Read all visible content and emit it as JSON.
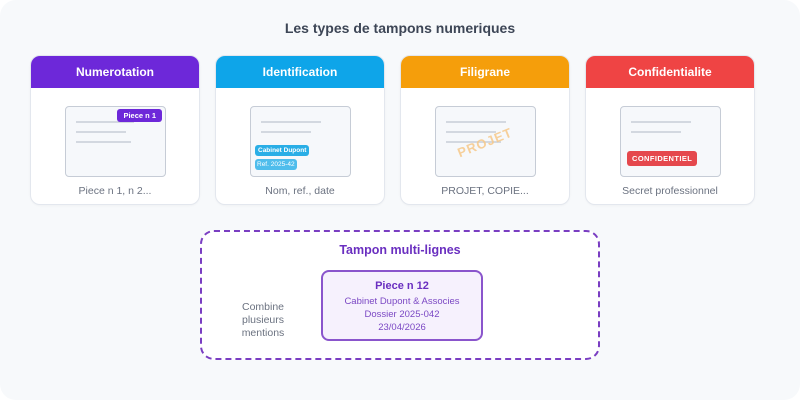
{
  "title": "Les types de tampons numeriques",
  "colors": {
    "background": "#f7f9fb",
    "numerotation": "#6d28d9",
    "identification": "#0ea5e9",
    "filigrane": "#f59e0b",
    "confidentialite": "#ef4444",
    "multi": "#7a3ec2"
  },
  "cards": [
    {
      "title": "Numerotation",
      "color": "#6d28d9",
      "preview": {
        "badge": "Piece n 1"
      },
      "caption": "Piece n 1, n 2..."
    },
    {
      "title": "Identification",
      "color": "#0ea5e9",
      "preview": {
        "badge_line1": "Cabinet Dupont",
        "badge_line2": "Ref. 2025-42"
      },
      "caption": "Nom, ref., date"
    },
    {
      "title": "Filigrane",
      "color": "#f59e0b",
      "preview": {
        "watermark": "PROJET"
      },
      "caption": "PROJET, COPIE..."
    },
    {
      "title": "Confidentialite",
      "color": "#ef4444",
      "preview": {
        "badge": "CONFIDENTIEL"
      },
      "caption": "Secret professionnel"
    }
  ],
  "multi": {
    "title": "Tampon multi-lignes",
    "note_lines": [
      "Combine",
      "plusieurs",
      "mentions"
    ],
    "stamp": {
      "title": "Piece n 12",
      "lines": [
        "Cabinet Dupont & Associes",
        "Dossier 2025-042",
        "23/04/2026"
      ]
    }
  }
}
